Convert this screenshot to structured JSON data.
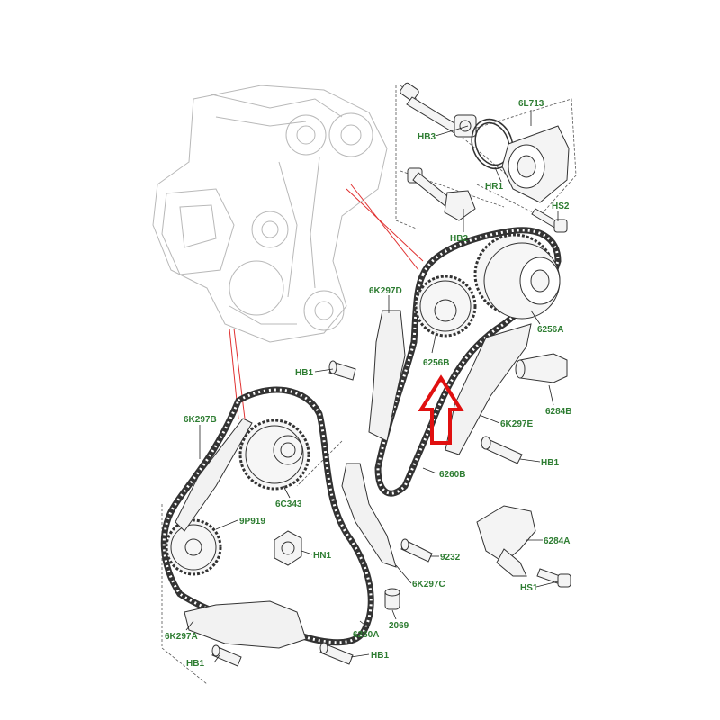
{
  "diagram": {
    "label_color": "#2e7d32",
    "arrow_color": "#e01010",
    "labels": {
      "l6L713": "6L713",
      "HB3": "HB3",
      "HR1": "HR1",
      "HS2": "HS2",
      "HB2": "HB2",
      "l6K297D": "6K297D",
      "l6256A": "6256A",
      "HB1_mid": "HB1",
      "l6256B": "6256B",
      "l6284B": "6284B",
      "l6K297E": "6K297E",
      "HB1_right": "HB1",
      "l6K297B": "6K297B",
      "l6260B": "6260B",
      "l6C343": "6C343",
      "l9P919": "9P919",
      "HN1": "HN1",
      "l9232": "9232",
      "l6284A": "6284A",
      "l6K297C": "6K297C",
      "HS1": "HS1",
      "l2069": "2069",
      "l6K297A": "6K297A",
      "l6260A": "6260A",
      "HB1_bl": "HB1",
      "HB1_bc": "HB1"
    }
  }
}
